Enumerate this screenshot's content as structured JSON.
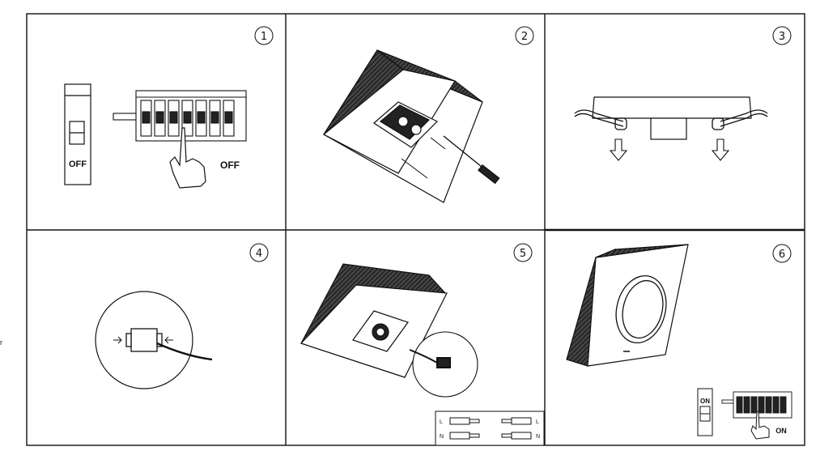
{
  "steps": [
    {
      "number": "1",
      "labels": {
        "breaker": "OFF",
        "panel": "OFF"
      }
    },
    {
      "number": "2"
    },
    {
      "number": "3"
    },
    {
      "number": "4"
    },
    {
      "number": "5",
      "legend": {
        "row1_left": "L",
        "row1_right": "L",
        "row2_left": "N",
        "row2_right": "N"
      }
    },
    {
      "number": "6",
      "labels": {
        "breaker": "ON",
        "panel": "ON"
      }
    }
  ],
  "edge_text": "r"
}
